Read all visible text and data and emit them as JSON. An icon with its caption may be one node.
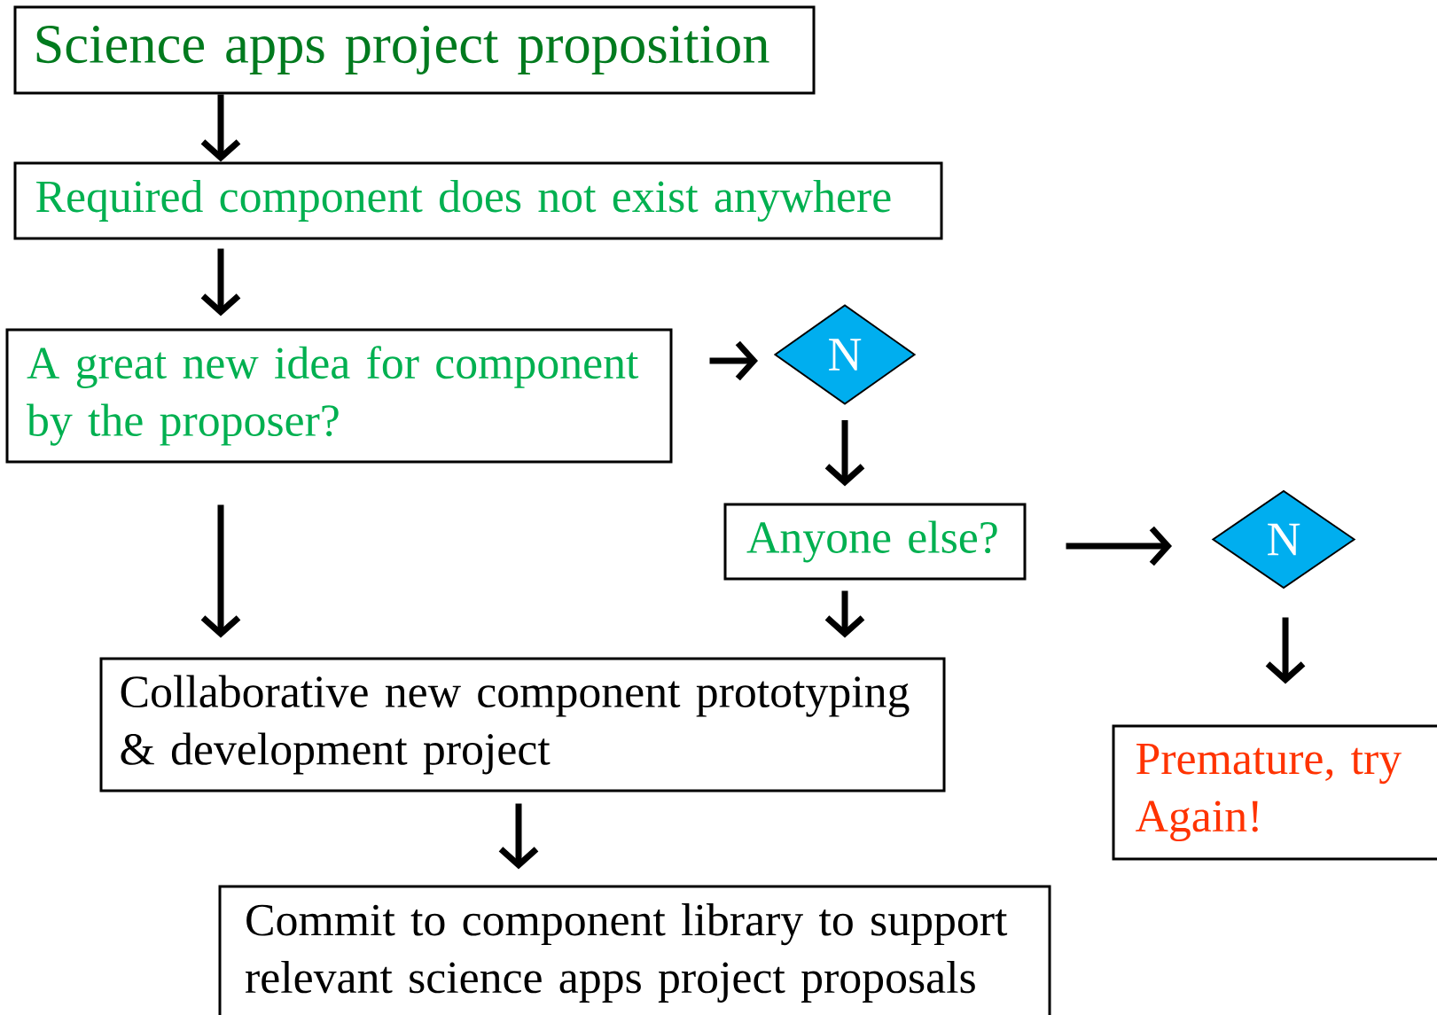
{
  "diagram": {
    "nodes": [
      {
        "text": [
          "Science apps project proposition"
        ]
      },
      {
        "text": [
          "Required component does not exist anywhere"
        ]
      },
      {
        "text": [
          "A great new idea for component by the proposer?"
        ]
      },
      {
        "text": [
          "N"
        ]
      },
      {
        "text": [
          "Anyone else?"
        ]
      },
      {
        "text": [
          "N"
        ]
      },
      {
        "text": [
          "Collaborative new component prototyping & development project"
        ]
      },
      {
        "text": [
          "Premature, try Again!"
        ]
      },
      {
        "text": [
          "Commit to component library to support relevant science apps project proposals"
        ]
      }
    ],
    "edges": [
      {
        "from": 0,
        "to": 1,
        "arrow": "to"
      },
      {
        "from": 1,
        "to": 2,
        "arrow": "to"
      },
      {
        "from": 2,
        "to": 3,
        "arrow": "to"
      },
      {
        "from": 3,
        "to": 4,
        "arrow": "to"
      },
      {
        "from": 2,
        "to": 6,
        "arrow": "to"
      },
      {
        "from": 4,
        "to": 6,
        "arrow": "to"
      },
      {
        "from": 4,
        "to": 5,
        "arrow": "to"
      },
      {
        "from": 5,
        "to": 7,
        "arrow": "to"
      },
      {
        "from": 6,
        "to": 8,
        "arrow": "to"
      }
    ]
  }
}
